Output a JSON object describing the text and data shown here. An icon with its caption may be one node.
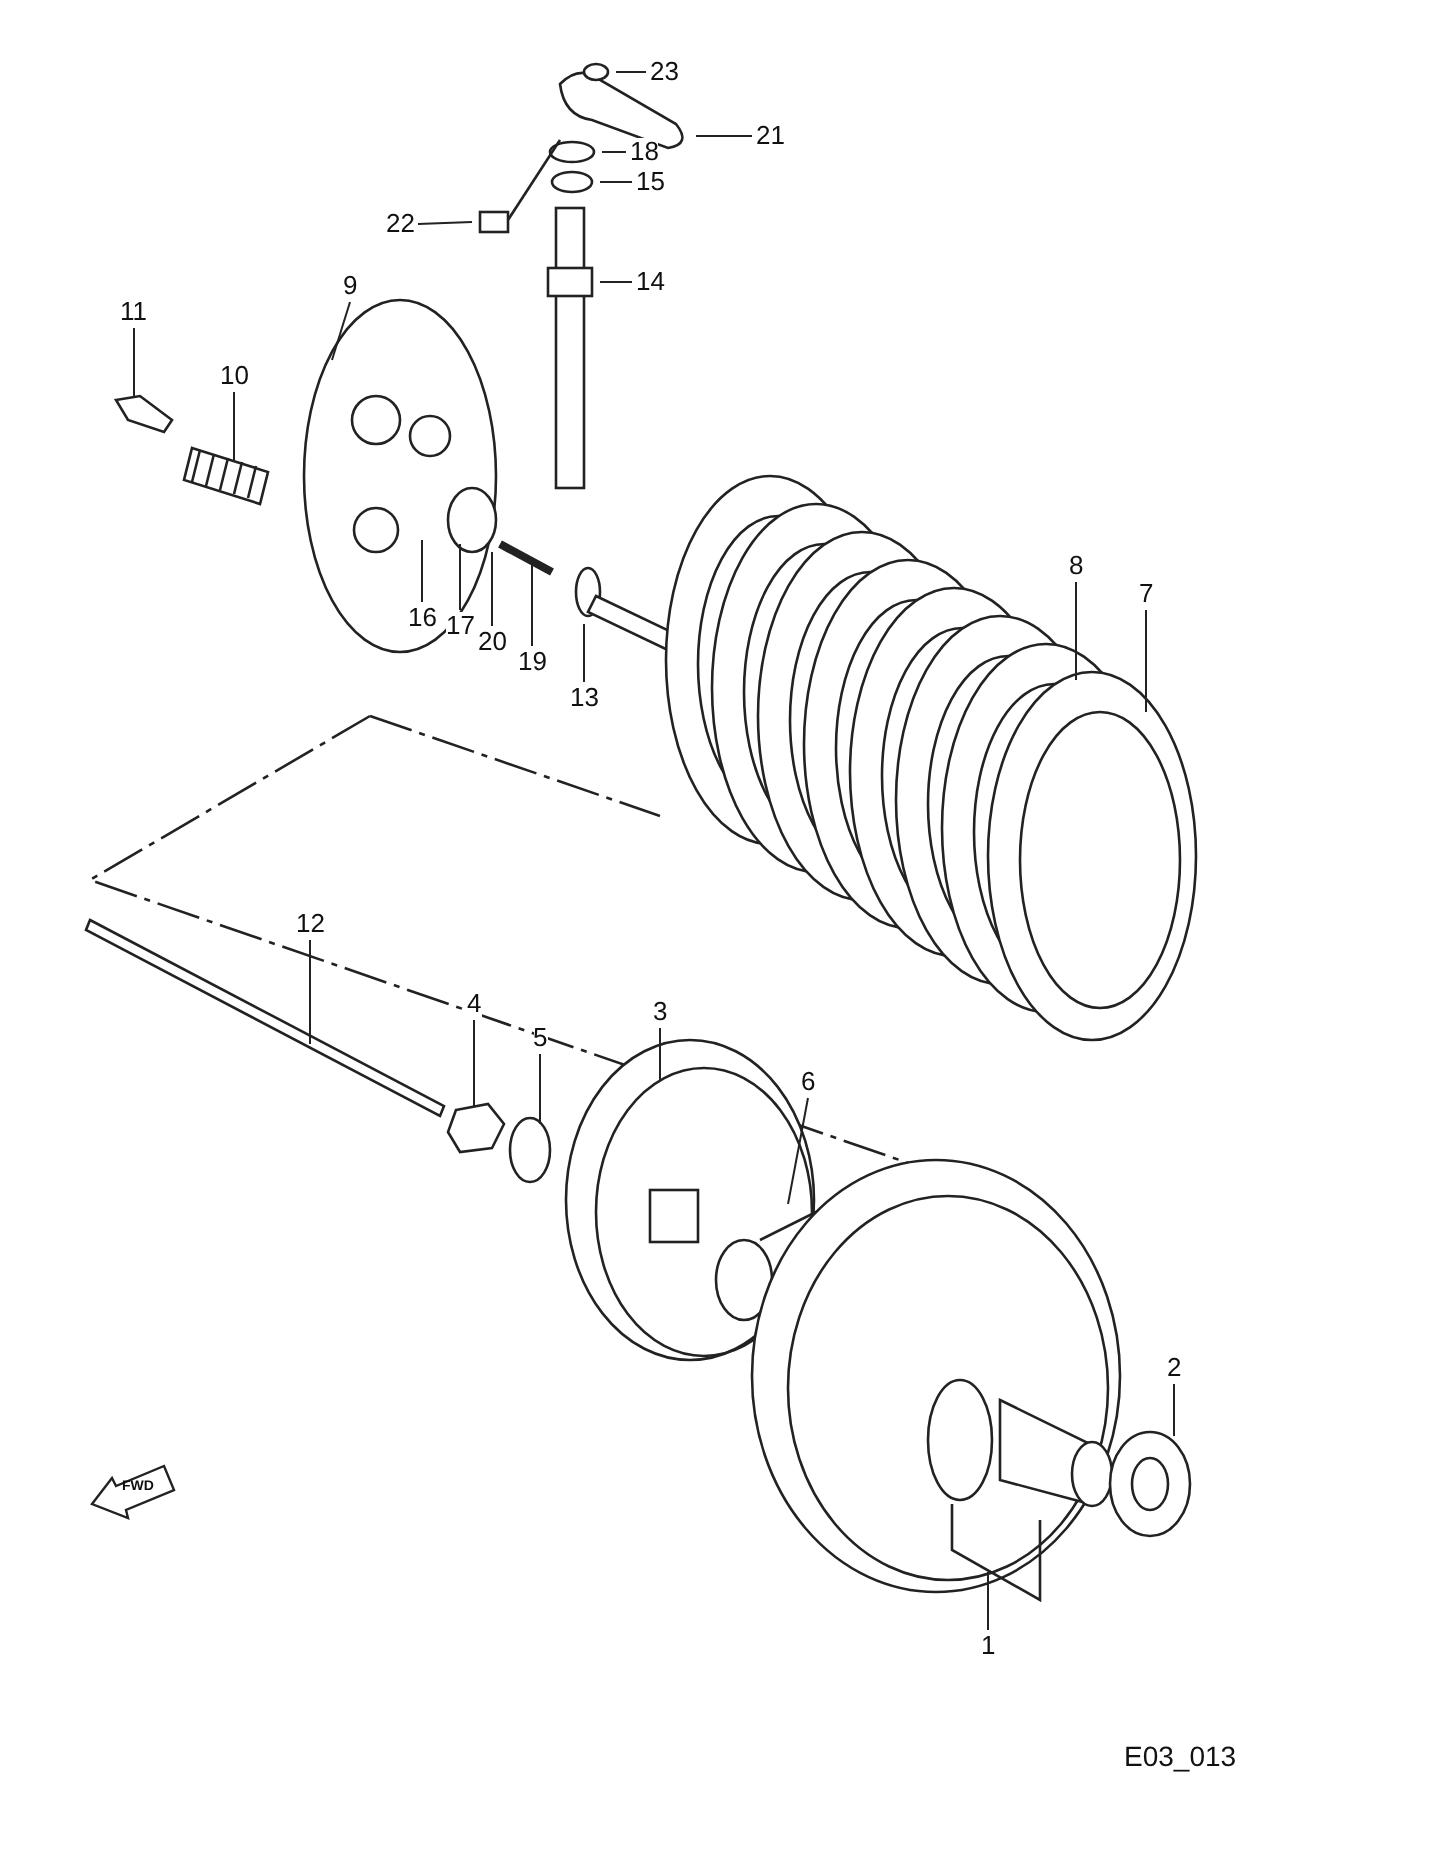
{
  "diagram": {
    "nodes": [
      {
        "text": [
          "23"
        ]
      },
      {
        "text": [
          "21"
        ]
      },
      {
        "text": [
          "18"
        ]
      },
      {
        "text": [
          "15"
        ]
      },
      {
        "text": [
          "22"
        ]
      },
      {
        "text": [
          "14"
        ]
      },
      {
        "text": [
          "9"
        ]
      },
      {
        "text": [
          "11"
        ]
      },
      {
        "text": [
          "10"
        ]
      },
      {
        "text": [
          "8"
        ]
      },
      {
        "text": [
          "7"
        ]
      },
      {
        "text": [
          "16"
        ]
      },
      {
        "text": [
          "17"
        ]
      },
      {
        "text": [
          "20"
        ]
      },
      {
        "text": [
          "19"
        ]
      },
      {
        "text": [
          "13"
        ]
      },
      {
        "text": [
          "12"
        ]
      },
      {
        "text": [
          "4"
        ]
      },
      {
        "text": [
          "3"
        ]
      },
      {
        "text": [
          "5"
        ]
      },
      {
        "text": [
          "6"
        ]
      },
      {
        "text": [
          "2"
        ]
      },
      {
        "text": [
          "1"
        ]
      }
    ],
    "edges": [
      {
        "from": 0,
        "to": null,
        "arrow": "none"
      },
      {
        "from": 1,
        "to": null,
        "arrow": "none"
      },
      {
        "from": 2,
        "to": null,
        "arrow": "none"
      },
      {
        "from": 3,
        "to": null,
        "arrow": "none"
      },
      {
        "from": 4,
        "to": null,
        "arrow": "none"
      },
      {
        "from": 5,
        "to": null,
        "arrow": "none"
      },
      {
        "from": 6,
        "to": null,
        "arrow": "none"
      },
      {
        "from": 7,
        "to": null,
        "arrow": "none"
      },
      {
        "from": 8,
        "to": null,
        "arrow": "none"
      },
      {
        "from": 9,
        "to": null,
        "arrow": "none"
      },
      {
        "from": 10,
        "to": null,
        "arrow": "none"
      },
      {
        "from": 11,
        "to": null,
        "arrow": "none"
      },
      {
        "from": 12,
        "to": null,
        "arrow": "none"
      },
      {
        "from": 13,
        "to": null,
        "arrow": "none"
      },
      {
        "from": 14,
        "to": null,
        "arrow": "none"
      },
      {
        "from": 15,
        "to": null,
        "arrow": "none"
      },
      {
        "from": 16,
        "to": null,
        "arrow": "none"
      },
      {
        "from": 17,
        "to": null,
        "arrow": "none"
      },
      {
        "from": 18,
        "to": null,
        "arrow": "none"
      },
      {
        "from": 19,
        "to": null,
        "arrow": "none"
      },
      {
        "from": 20,
        "to": null,
        "arrow": "none"
      },
      {
        "from": 21,
        "to": null,
        "arrow": "none"
      },
      {
        "from": 22,
        "to": null,
        "arrow": "none"
      }
    ],
    "labels": [
      "FWD",
      "E03_013"
    ]
  }
}
